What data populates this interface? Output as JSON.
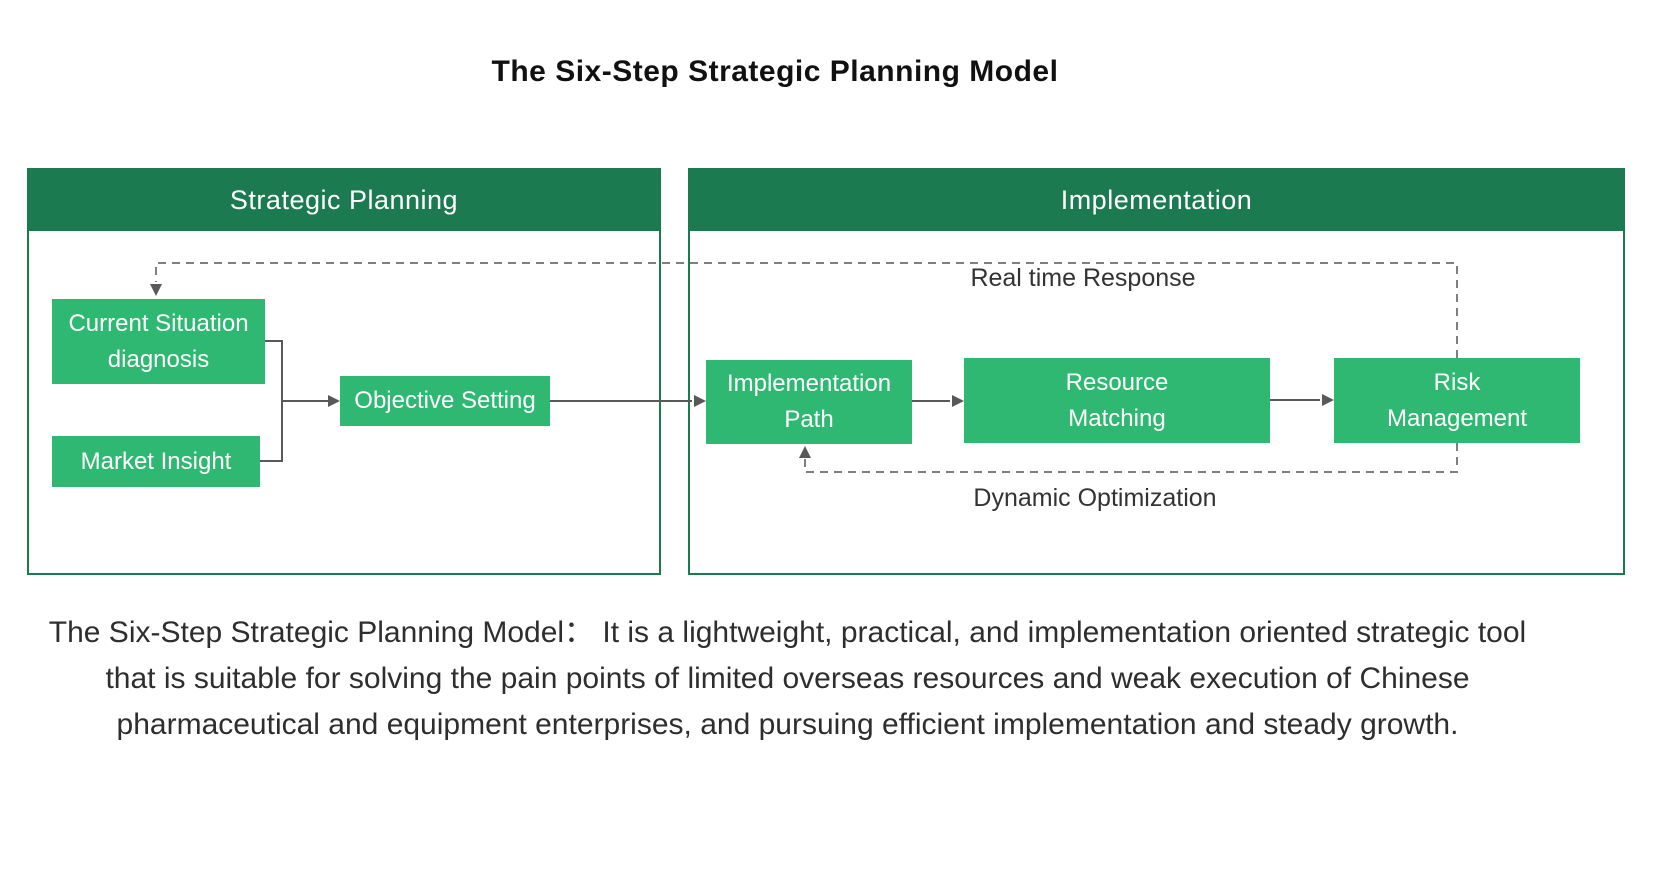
{
  "title": "The Six-Step Strategic Planning Model",
  "strategic_planning": {
    "header": "Strategic Planning",
    "boxes": {
      "current_situation": "Current Situation\ndiagnosis",
      "market_insight": "Market Insight",
      "objective_setting": "Objective Setting"
    }
  },
  "implementation": {
    "header": "Implementation",
    "boxes": {
      "implementation_path": "Implementation\nPath",
      "resource_matching": "Resource\nMatching",
      "risk_management": "Risk\nManagement"
    },
    "labels": {
      "real_time_response": "Real time Response",
      "dynamic_optimization": "Dynamic Optimization"
    }
  },
  "description": "The Six-Step Strategic Planning Model： It is a lightweight, practical, and implementation oriented strategic tool that is suitable for solving the pain points of limited overseas resources and weak execution of Chinese pharmaceutical and equipment enterprises, and pursuing efficient implementation and steady growth.",
  "colors": {
    "header_green": "#1b7a4f",
    "box_green": "#2eb872",
    "solid_connector": "#595959",
    "dashed_connector": "#7f7f7f"
  }
}
